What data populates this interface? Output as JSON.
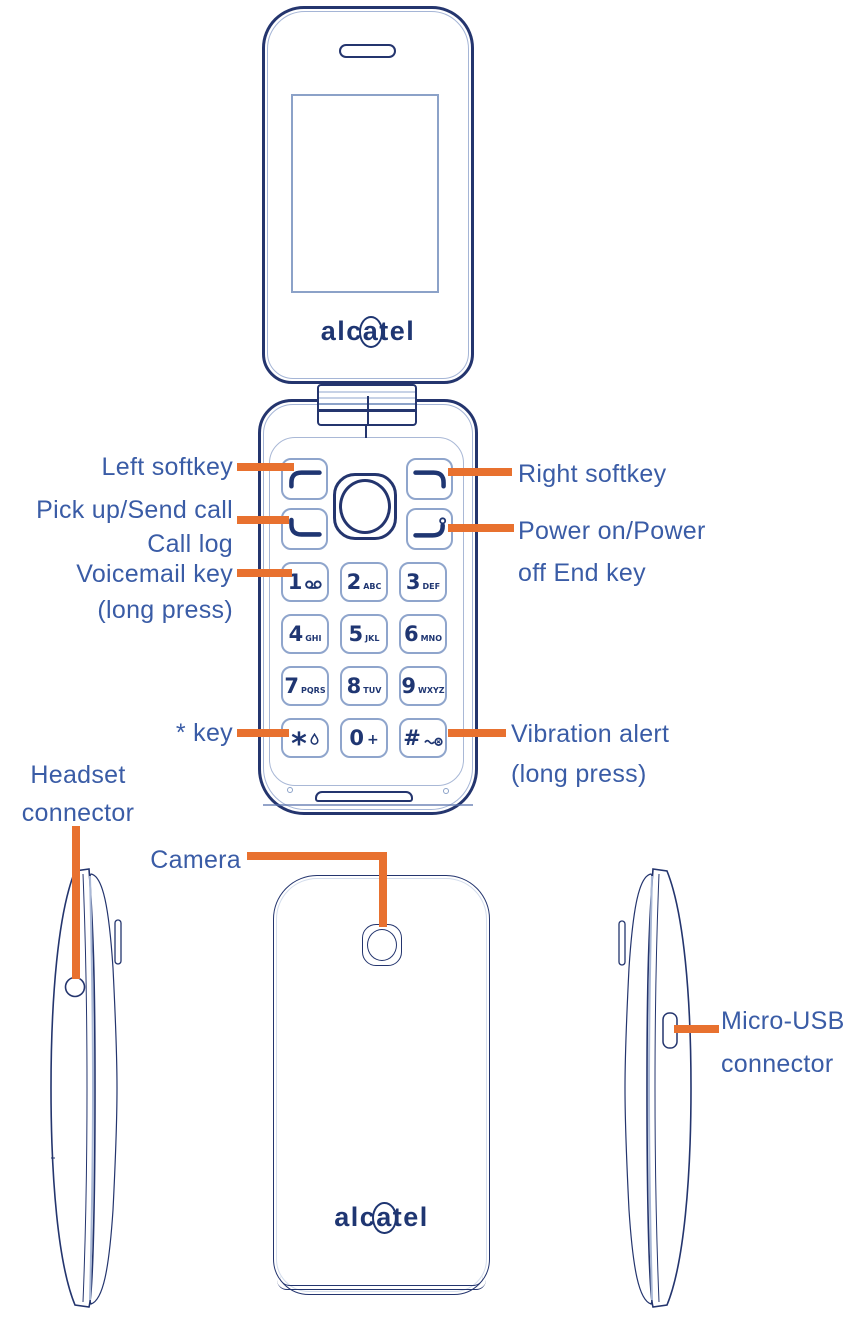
{
  "colors": {
    "outline_navy": "#24356E",
    "glyph_navy": "#1F3672",
    "secondary_blue": "#9FB2D4",
    "label_blue": "#3A5CA6",
    "callout_orange": "#E8712F"
  },
  "brand_logo": {
    "prefix": "alc",
    "circled_letter": "a",
    "suffix": "tel"
  },
  "callouts": {
    "left_softkey": "Left softkey",
    "pick_up_send_call": "Pick up/Send call",
    "call_log": "Call log",
    "voicemail_key": "Voicemail key",
    "voicemail_note": "(long press)",
    "star_key": "* key",
    "headset_line1": "Headset",
    "headset_line2": "connector",
    "camera": "Camera",
    "right_softkey": "Right softkey",
    "power_line1": "Power on/Power",
    "power_line2": "off End key",
    "vibration_line1": "Vibration alert",
    "vibration_line2": "(long press)",
    "micro_usb_line1": "Micro-USB",
    "micro_usb_line2": "connector"
  },
  "keypad": {
    "keys": [
      {
        "digit": "1",
        "letters": ""
      },
      {
        "digit": "2",
        "letters": "ABC"
      },
      {
        "digit": "3",
        "letters": "DEF"
      },
      {
        "digit": "4",
        "letters": "GHI"
      },
      {
        "digit": "5",
        "letters": "JKL"
      },
      {
        "digit": "6",
        "letters": "MNO"
      },
      {
        "digit": "7",
        "letters": "PQRS"
      },
      {
        "digit": "8",
        "letters": "TUV"
      },
      {
        "digit": "9",
        "letters": "WXYZ"
      },
      {
        "digit": "*",
        "letters": ""
      },
      {
        "digit": "0",
        "letters": "+"
      },
      {
        "digit": "#",
        "letters": ""
      }
    ]
  }
}
